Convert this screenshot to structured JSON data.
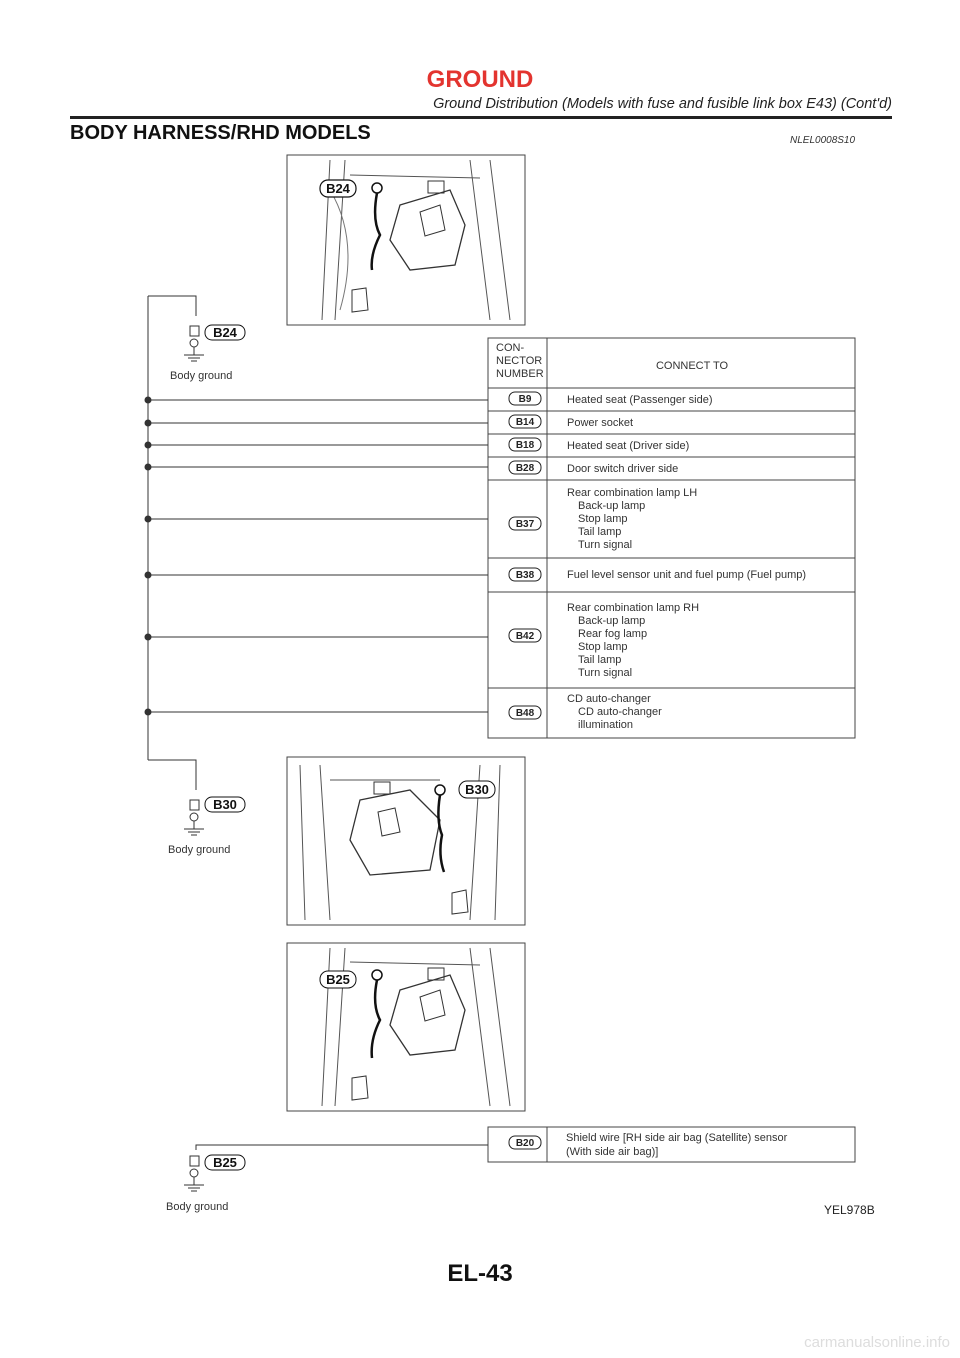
{
  "header": {
    "title": "GROUND",
    "subtitle": "Ground Distribution (Models with fuse and fusible link box E43) (Cont'd)"
  },
  "section": {
    "title": "BODY HARNESS/RHD MODELS",
    "code": "NLEL0008S10"
  },
  "grounds": [
    {
      "id": "B24",
      "label": "Body ground"
    },
    {
      "id": "B30",
      "label": "Body ground"
    },
    {
      "id": "B25",
      "label": "Body ground"
    }
  ],
  "photo_callouts": [
    "B24",
    "B30",
    "B25"
  ],
  "table": {
    "header_col1": [
      "CON-",
      "NECTOR",
      "NUMBER"
    ],
    "header_col2": "CONNECT TO",
    "rows": [
      {
        "connector": "B9",
        "lines": [
          "Heated seat (Passenger side)"
        ]
      },
      {
        "connector": "B14",
        "lines": [
          "Power socket"
        ]
      },
      {
        "connector": "B18",
        "lines": [
          "Heated seat (Driver side)"
        ]
      },
      {
        "connector": "B28",
        "lines": [
          "Door switch driver side"
        ]
      },
      {
        "connector": "B37",
        "lines": [
          "Rear combination lamp LH",
          "Back-up lamp",
          "Stop lamp",
          "Tail lamp",
          "Turn signal"
        ]
      },
      {
        "connector": "B38",
        "lines": [
          "Fuel level sensor unit and fuel pump (Fuel pump)"
        ]
      },
      {
        "connector": "B42",
        "lines": [
          "Rear combination lamp RH",
          "Back-up lamp",
          "Rear fog lamp",
          "Stop lamp",
          "Tail lamp",
          "Turn signal"
        ]
      },
      {
        "connector": "B48",
        "lines": [
          "CD auto-changer",
          "CD auto-changer",
          "illumination"
        ]
      }
    ]
  },
  "table2": {
    "connector": "B20",
    "lines": [
      "Shield wire [RH side air bag (Satellite) sensor",
      "(With side air bag)]"
    ]
  },
  "figure_code": "YEL978B",
  "page_number": "EL-43",
  "watermark": "carmanualsonline.info"
}
